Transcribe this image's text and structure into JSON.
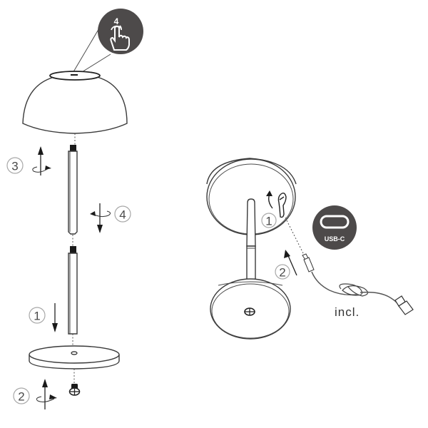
{
  "diagram": {
    "type": "assembly-instructions",
    "subject": "cordless table lamp",
    "left_assembly": {
      "parts": [
        "lampshade",
        "upper-rod",
        "lower-rod",
        "base-plate",
        "base-screw"
      ],
      "steps": [
        {
          "number": "1",
          "action": "insert lower rod into base (push down)"
        },
        {
          "number": "2",
          "action": "screw base screw from below (rotate and push up)"
        },
        {
          "number": "3",
          "action": "attach upper rod to lampshade (rotate and push up)"
        },
        {
          "number": "4",
          "action": "join upper rod to lower rod (rotate and push down)"
        }
      ],
      "touch_badge": {
        "label": "4",
        "icon": "touch-hand-icon"
      }
    },
    "right_assembly": {
      "steps": [
        {
          "number": "1",
          "action": "open charging port cover under shade"
        },
        {
          "number": "2",
          "action": "plug in USB-C cable"
        }
      ],
      "usb_badge": {
        "label": "USB-C",
        "icon": "usb-c-port-icon"
      },
      "cable_note": "incl."
    },
    "colors": {
      "line": "#3a3a3a",
      "badge": "#4d4a4a",
      "step_circle": "#a8a8a8",
      "background": "#ffffff"
    }
  }
}
